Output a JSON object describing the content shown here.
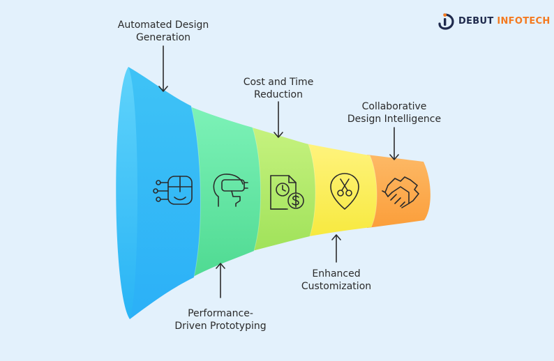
{
  "brand": {
    "name_part1": "DEBUT",
    "name_part2": "INFOTECH",
    "colors": {
      "dark": "#1f2a4d",
      "accent": "#f47a20"
    }
  },
  "stages": [
    {
      "label_line1": "Automated Design",
      "label_line2": "Generation",
      "icon": "robot-face-icon",
      "color": "#4fb6f5"
    },
    {
      "label_line1": "Performance-",
      "label_line2": "Driven Prototyping",
      "icon": "vr-headset-icon",
      "color": "#63e6a3"
    },
    {
      "label_line1": "Cost and Time",
      "label_line2": "Reduction",
      "icon": "clock-dollar-document-icon",
      "color": "#b2ec67"
    },
    {
      "label_line1": "Enhanced",
      "label_line2": "Customization",
      "icon": "scissors-location-pin-icon",
      "color": "#fbef60"
    },
    {
      "label_line1": "Collaborative",
      "label_line2": "Design Intelligence",
      "icon": "handshake-icon",
      "color": "#fdae4e"
    }
  ]
}
